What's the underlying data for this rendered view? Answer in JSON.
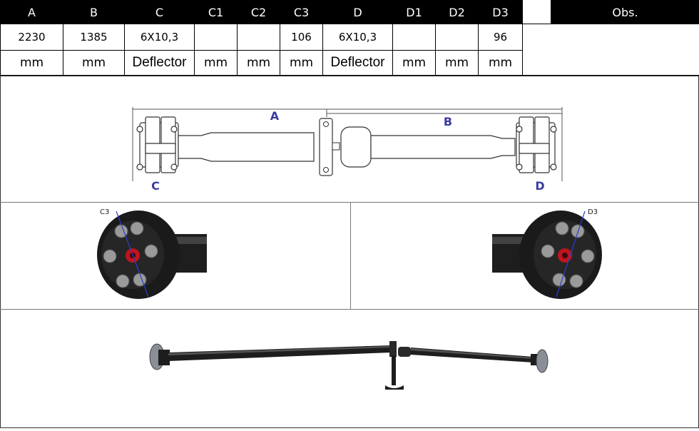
{
  "table": {
    "headers": [
      "A",
      "B",
      "C",
      "C1",
      "C2",
      "C3",
      "D",
      "D1",
      "D2",
      "D3",
      "Obs."
    ],
    "values": [
      "2230",
      "1385",
      "6X10,3",
      "",
      "",
      "106",
      "6X10,3",
      "",
      "",
      "96"
    ],
    "units": [
      "mm",
      "mm",
      "Deflector",
      "mm",
      "mm",
      "mm",
      "Deflector",
      "mm",
      "mm",
      "mm"
    ]
  },
  "diagram": {
    "label_a": "A",
    "label_b": "B",
    "label_c": "C",
    "label_d": "D",
    "label_c3": "C3",
    "label_d3": "D3"
  },
  "colors": {
    "accent_label": "#3a3aa0",
    "shaft_dark": "#1e1e1e",
    "flange_red": "#c0141c",
    "flange_blue_line": "#2c3fd0"
  }
}
